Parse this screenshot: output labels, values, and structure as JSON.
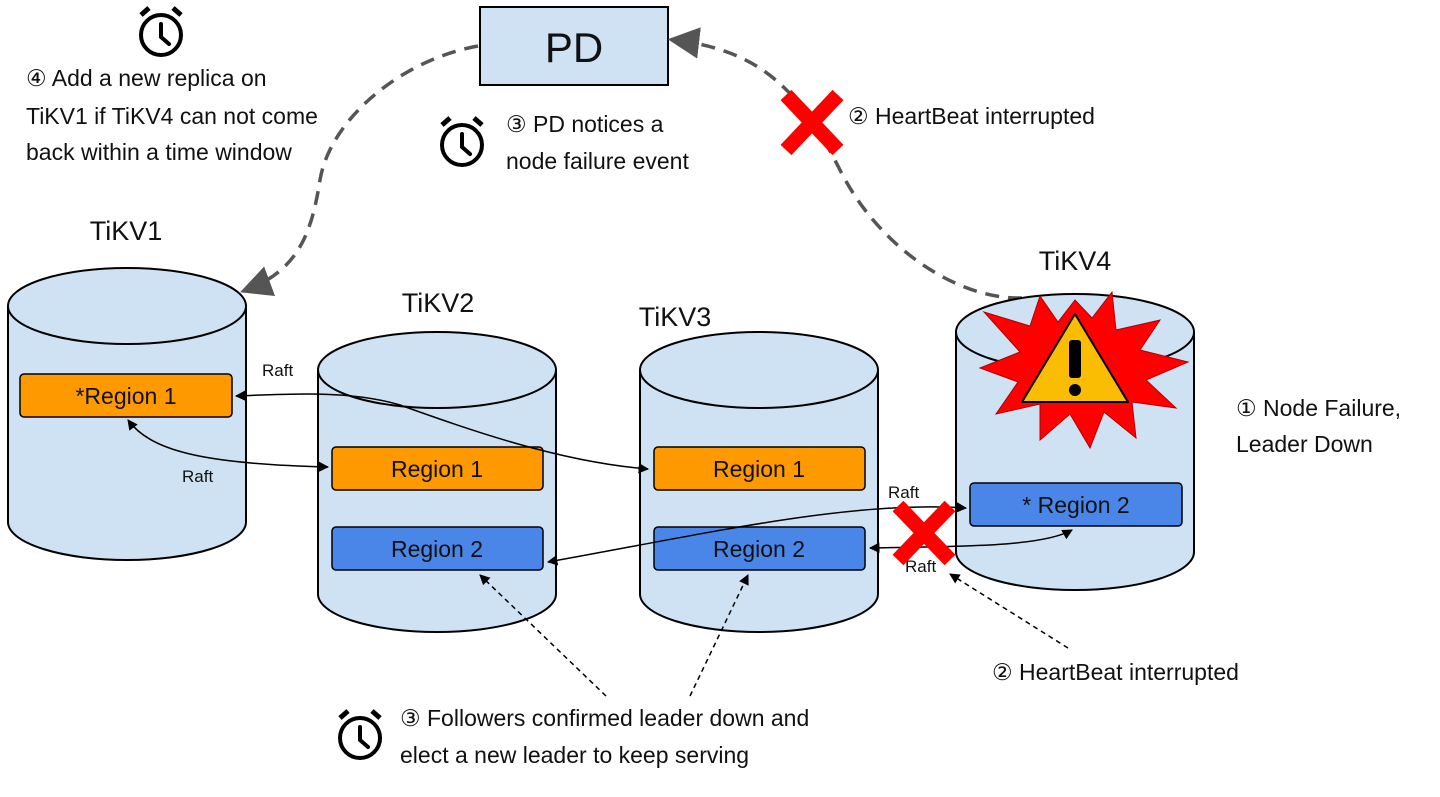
{
  "pd": {
    "label": "PD"
  },
  "nodes": {
    "tikv1": {
      "title": "TiKV1",
      "regions": [
        "*Region 1"
      ]
    },
    "tikv2": {
      "title": "TiKV2",
      "regions": [
        "Region 1",
        "Region 2"
      ]
    },
    "tikv3": {
      "title": "TiKV3",
      "regions": [
        "Region 1",
        "Region 2"
      ]
    },
    "tikv4": {
      "title": "TiKV4",
      "regions": [
        "* Region 2"
      ]
    }
  },
  "raft_labels": [
    "Raft",
    "Raft",
    "Raft",
    "Raft"
  ],
  "annotations": {
    "add_replica": [
      "④ Add a new replica on",
      "TiKV1 if TiKV4 can not come",
      "back within a time window"
    ],
    "pd_notices": [
      "③ PD notices a",
      "node failure event"
    ],
    "heartbeat_top": "② HeartBeat interrupted",
    "heartbeat_bottom": "② HeartBeat interrupted",
    "node_failure": [
      "① Node Failure,",
      "Leader Down"
    ],
    "followers": [
      "③ Followers confirmed leader down and",
      "elect a new leader to keep serving"
    ]
  },
  "colors": {
    "cylinder_fill": "#cfe2f3",
    "cylinder_stroke": "#000000",
    "region1": "#ff9900",
    "region2": "#4a86e8",
    "pd_fill": "#cfe2f3",
    "cross": "#ff0000",
    "burst": "#ff0000",
    "warning": "#fbbc04"
  }
}
